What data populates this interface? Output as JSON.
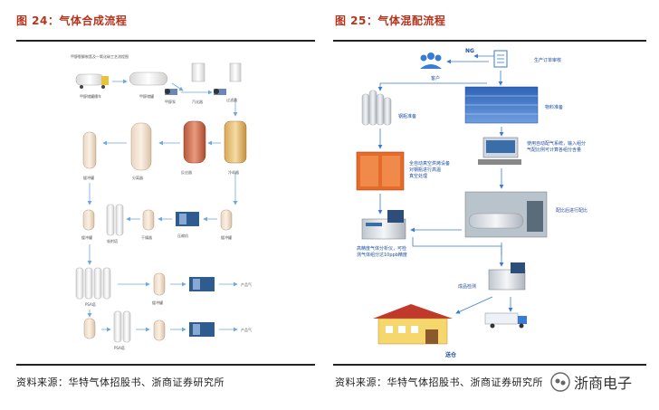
{
  "left": {
    "title": "图 24：气体合成流程",
    "source": "资料来源：华特气体招股书、浙商证券研究所",
    "labels": {
      "top_note": "甲醇裂解制氢及一氧化碳工艺流程图",
      "tanker": "甲醇储罐槽车",
      "tank": "甲醇储罐",
      "pump": "甲醇泵",
      "vaporizer": "汽化器",
      "filter": "过滤器",
      "reactor": "反应器",
      "cooler": "冷却器",
      "separator": "分离器",
      "buffer1": "缓冲罐",
      "buffer2": "缓冲罐",
      "adsorb": "吸附塔",
      "dryer": "干燥器",
      "compressor": "压缩机",
      "tower1": "PSA塔",
      "tower2": "PSA塔",
      "product1": "产品气",
      "product2": "产品气",
      "buffer3": "缓冲罐",
      "buffer4": "缓冲罐"
    }
  },
  "right": {
    "title": "图 25：气体混配流程",
    "source": "资料来源：华特气体招股书、浙商证券研究所",
    "labels": {
      "ng": "NG",
      "customer": "客户",
      "order": "生产订单审核",
      "cylinder_prep": "钢瓶准备",
      "material_prep": "物料准备",
      "oven": "全自动真空烘烤设备对钢瓶进行高温真空处理",
      "control": "使用自动配气系统，输入组分气配比例可计算各组分含量",
      "mixing": "配比后进行配比",
      "analysis": "高精度气体分析仪，可检测气体组分达10ppb精度",
      "inspection": "成品检测",
      "delivery": "送仓"
    }
  },
  "watermark": {
    "text": "浙商电子"
  },
  "colors": {
    "title": "#b8331c",
    "rule": "#222222",
    "label_blue": "#1f4fa0",
    "arrow": "#3a7bd5"
  }
}
